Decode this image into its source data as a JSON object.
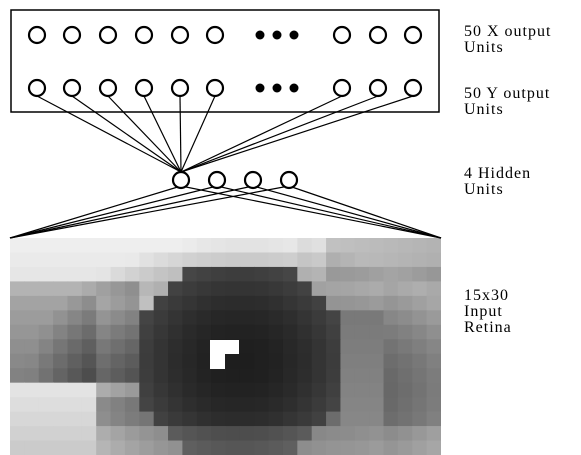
{
  "labels": {
    "x_output": [
      "50 X output",
      "Units"
    ],
    "y_output": [
      "50 Y output",
      "Units"
    ],
    "hidden": [
      "4 Hidden",
      "Units"
    ],
    "input": [
      "15x30",
      "Input",
      "Retina"
    ]
  },
  "network": {
    "output_units_visible_per_row": 9,
    "ellipsis_dots": 3,
    "hidden_units": 4,
    "hidden_unit_connected_to_outputs": 1,
    "input_grid": {
      "rows": 15,
      "cols": 30
    }
  },
  "colors": {
    "line": "#000000",
    "node_fill": "#ffffff",
    "pupil_highlight": "#ffffff"
  }
}
